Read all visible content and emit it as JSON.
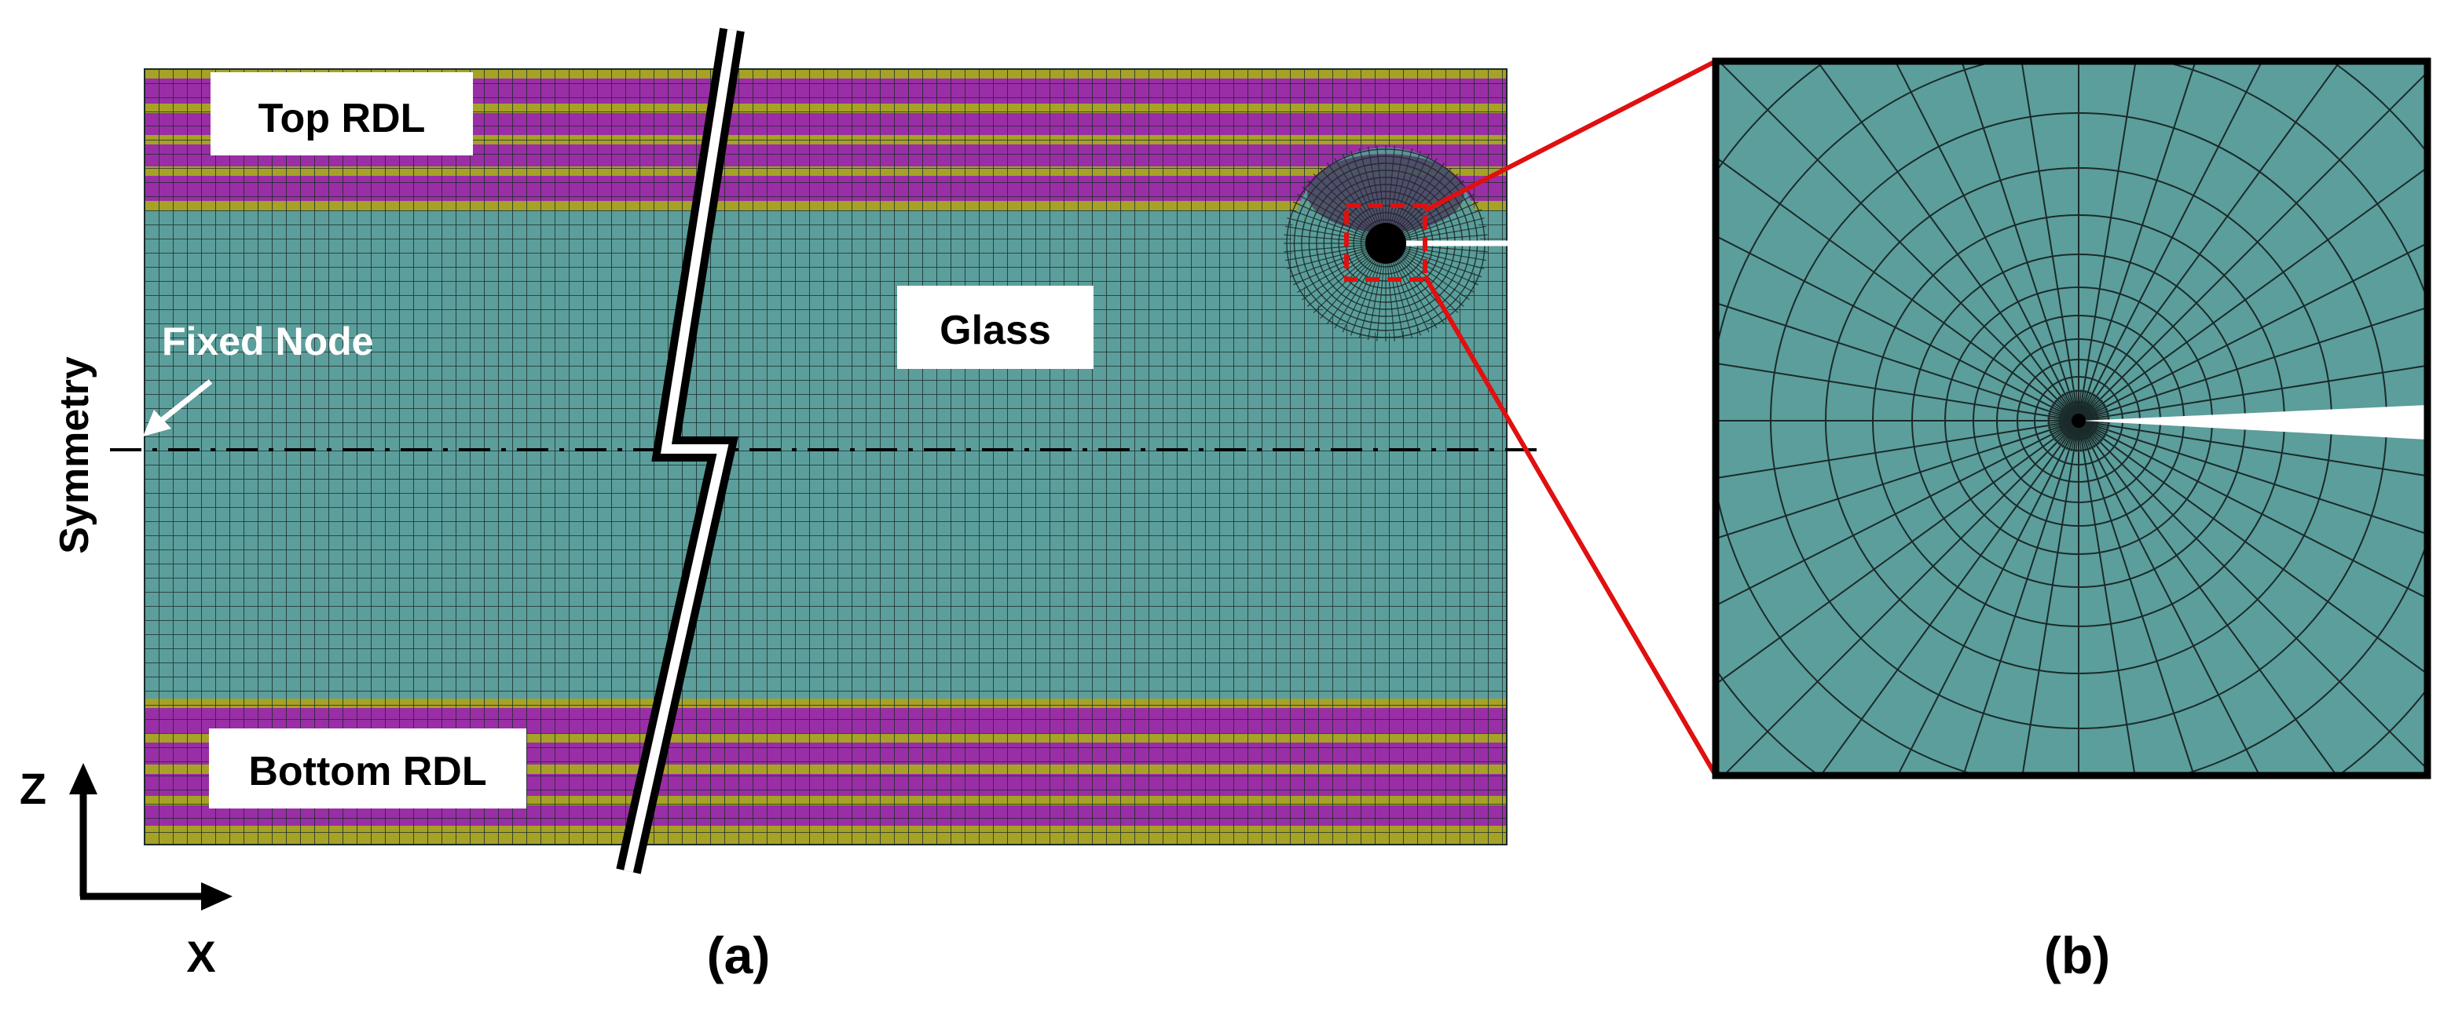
{
  "labels": {
    "top_rdl": "Top RDL",
    "glass": "Glass",
    "bottom_rdl": "Bottom RDL",
    "fixed_node": "Fixed Node",
    "symmetry": "Symmetry",
    "axis_z": "Z",
    "axis_x": "X",
    "panel_a": "(a)",
    "panel_b": "(b)"
  },
  "colors": {
    "glass": "#5b9e9b",
    "rdl_magenta": "#9a2ea6",
    "rdl_olive": "#a6a226",
    "mesh_line": "#1b2a2a",
    "zoom_lines": "#e01010",
    "crack": "#ffffff"
  }
}
